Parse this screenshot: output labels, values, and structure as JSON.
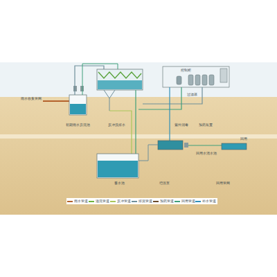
{
  "diagram": {
    "labels": [
      "雨水收集管网",
      "初期雨水弃流池",
      "反冲洗排水",
      "控制柜",
      "过滤器",
      "紫外消毒",
      "加药装置",
      "回用",
      "回用水清水池",
      "蓄水池",
      "增压泵",
      "回用管网"
    ],
    "legend": [
      {
        "text": "雨水管道",
        "color": "#b4622c"
      },
      {
        "text": "溢流管道",
        "color": "#6fb43c"
      },
      {
        "text": "反冲管道",
        "color": "#a9c65a"
      },
      {
        "text": "排泥管道",
        "color": "#6f8f9a"
      },
      {
        "text": "加药管道",
        "color": "#6b4a2a"
      },
      {
        "text": "回用管道",
        "color": "#3f9f7a"
      },
      {
        "text": "补水管道",
        "color": "#2f8fb8"
      }
    ]
  }
}
